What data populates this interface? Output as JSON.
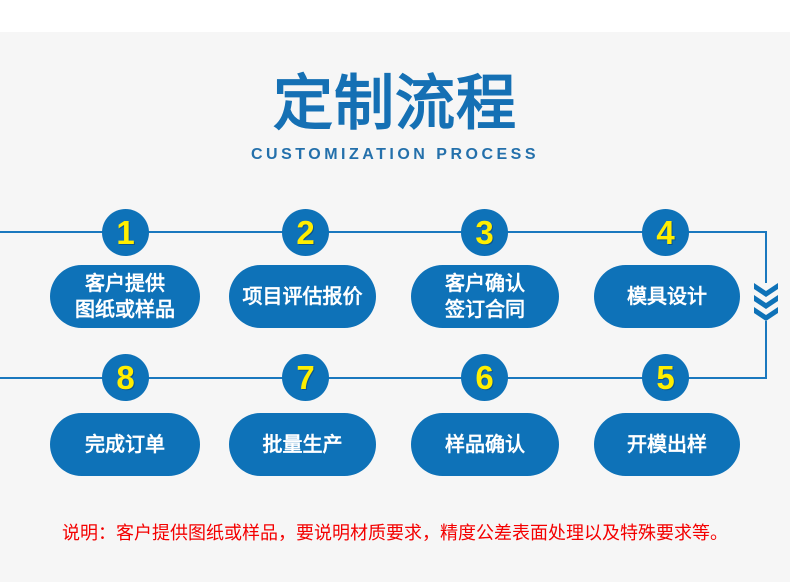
{
  "header": {
    "title": "定制流程",
    "subtitle": "CUSTOMIZATION PROCESS"
  },
  "flow": {
    "steps": [
      {
        "num": "1",
        "label": [
          "客户提供",
          "图纸或样品"
        ]
      },
      {
        "num": "2",
        "label": [
          "项目评估报价"
        ]
      },
      {
        "num": "3",
        "label": [
          "客户确认",
          "签订合同"
        ]
      },
      {
        "num": "4",
        "label": [
          "模具设计"
        ]
      },
      {
        "num": "8",
        "label": [
          "完成订单"
        ]
      },
      {
        "num": "7",
        "label": [
          "批量生产"
        ]
      },
      {
        "num": "6",
        "label": [
          "样品确认"
        ]
      },
      {
        "num": "5",
        "label": [
          "开模出样"
        ]
      }
    ]
  },
  "note": {
    "text": "说明：客户提供图纸或样品，要说明材质要求，精度公差表面处理以及特殊要求等。"
  },
  "colors": {
    "primary_blue": "#0e72b8",
    "line_blue": "#1a78be",
    "title_blue": "#1570b4",
    "number_yellow": "#ffee00",
    "note_red": "#f40000",
    "background_gray": "#f6f6f6"
  }
}
